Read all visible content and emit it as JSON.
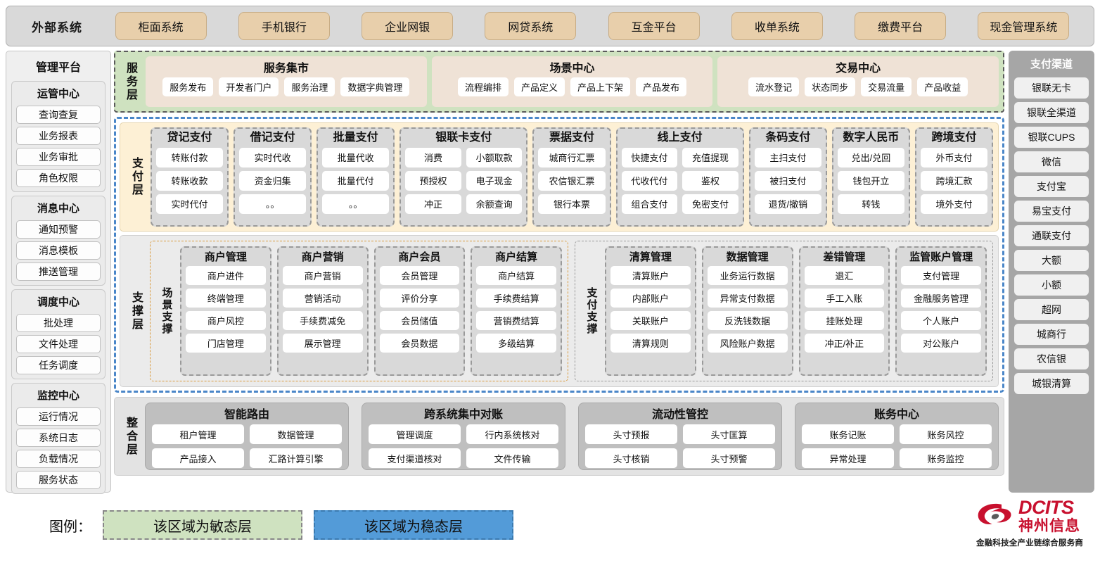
{
  "external_systems": {
    "title": "外部系统",
    "items": [
      "柜面系统",
      "手机银行",
      "企业网银",
      "网贷系统",
      "互金平台",
      "收单系统",
      "缴费平台",
      "现金管理系统"
    ]
  },
  "management_platform": {
    "title": "管理平台",
    "groups": [
      {
        "title": "运管中心",
        "items": [
          "查询查复",
          "业务报表",
          "业务审批",
          "角色权限"
        ]
      },
      {
        "title": "消息中心",
        "items": [
          "通知预警",
          "消息模板",
          "推送管理"
        ]
      },
      {
        "title": "调度中心",
        "items": [
          "批处理",
          "文件处理",
          "任务调度"
        ]
      },
      {
        "title": "监控中心",
        "items": [
          "运行情况",
          "系统日志",
          "负载情况",
          "服务状态"
        ]
      }
    ]
  },
  "payment_channels": {
    "title": "支付渠道",
    "items": [
      "银联无卡",
      "银联全渠道",
      "银联CUPS",
      "微信",
      "支付宝",
      "易宝支付",
      "通联支付",
      "大额",
      "小额",
      "超网",
      "城商行",
      "农信银",
      "城银清算"
    ]
  },
  "service_layer": {
    "label": "服务层",
    "groups": [
      {
        "title": "服务集市",
        "items": [
          "服务发布",
          "开发者门户",
          "服务治理",
          "数据字典管理"
        ]
      },
      {
        "title": "场景中心",
        "items": [
          "流程编排",
          "产品定义",
          "产品上下架",
          "产品发布"
        ]
      },
      {
        "title": "交易中心",
        "items": [
          "流水登记",
          "状态同步",
          "交易流量",
          "产品收益"
        ]
      }
    ]
  },
  "payment_layer": {
    "label": "支付层",
    "groups": [
      {
        "title": "贷记支付",
        "columns": 1,
        "items": [
          "转账付款",
          "转账收款",
          "实时代付"
        ]
      },
      {
        "title": "借记支付",
        "columns": 1,
        "items": [
          "实时代收",
          "资金归集",
          "。。"
        ]
      },
      {
        "title": "批量支付",
        "columns": 1,
        "items": [
          "批量代收",
          "批量代付",
          "。。"
        ]
      },
      {
        "title": "银联卡支付",
        "columns": 2,
        "items": [
          "消费",
          "小额取款",
          "预授权",
          "电子现金",
          "冲正",
          "余额查询"
        ]
      },
      {
        "title": "票据支付",
        "columns": 1,
        "items": [
          "城商行汇票",
          "农信银汇票",
          "银行本票"
        ]
      },
      {
        "title": "线上支付",
        "columns": 2,
        "items": [
          "快捷支付",
          "充值提现",
          "代收代付",
          "鉴权",
          "组合支付",
          "免密支付"
        ]
      },
      {
        "title": "条码支付",
        "columns": 1,
        "items": [
          "主扫支付",
          "被扫支付",
          "退货/撤销"
        ]
      },
      {
        "title": "数字人民币",
        "columns": 1,
        "items": [
          "兑出/兑回",
          "钱包开立",
          "转钱"
        ]
      },
      {
        "title": "跨境支付",
        "columns": 1,
        "items": [
          "外币支付",
          "跨境汇款",
          "境外支付"
        ]
      }
    ]
  },
  "support_layer": {
    "label": "支撑层",
    "halves": [
      {
        "label": "场景支撑",
        "groups": [
          {
            "title": "商户管理",
            "items": [
              "商户进件",
              "终端管理",
              "商户风控",
              "门店管理"
            ]
          },
          {
            "title": "商户营销",
            "items": [
              "商户营销",
              "营销活动",
              "手续费减免",
              "展示管理"
            ]
          },
          {
            "title": "商户会员",
            "items": [
              "会员管理",
              "评价分享",
              "会员储值",
              "会员数据"
            ]
          },
          {
            "title": "商户结算",
            "items": [
              "商户结算",
              "手续费结算",
              "营销费结算",
              "多级结算"
            ]
          }
        ]
      },
      {
        "label": "支付支撑",
        "groups": [
          {
            "title": "清算管理",
            "items": [
              "清算账户",
              "内部账户",
              "关联账户",
              "清算规则"
            ]
          },
          {
            "title": "数据管理",
            "items": [
              "业务运行数据",
              "异常支付数据",
              "反洗钱数据",
              "风险账户数据"
            ]
          },
          {
            "title": "差错管理",
            "items": [
              "退汇",
              "手工入账",
              "挂账处理",
              "冲正/补正"
            ]
          },
          {
            "title": "监管账户管理",
            "items": [
              "支付管理",
              "金融服务管理",
              "个人账户",
              "对公账户"
            ]
          }
        ]
      }
    ]
  },
  "integration_layer": {
    "label": "整合层",
    "groups": [
      {
        "title": "智能路由",
        "items": [
          "租户管理",
          "数据管理",
          "产品接入",
          "汇路计算引擎"
        ]
      },
      {
        "title": "跨系统集中对账",
        "items": [
          "管理调度",
          "行内系统核对",
          "支付渠道核对",
          "文件传输"
        ]
      },
      {
        "title": "流动性管控",
        "items": [
          "头寸预报",
          "头寸匡算",
          "头寸核销",
          "头寸预警"
        ]
      },
      {
        "title": "账务中心",
        "items": [
          "账务记账",
          "账务风控",
          "异常处理",
          "账务监控"
        ]
      }
    ]
  },
  "legend": {
    "label": "图例：",
    "agile": "该区域为敏态层",
    "stable": "该区域为稳态层",
    "agile_color": "#cfe2c0",
    "stable_color": "#539bd8"
  },
  "logo": {
    "en": "DCITS",
    "cn": "神州信息",
    "tagline": "金融科技全产业链综合服务商",
    "color": "#c8102e"
  }
}
